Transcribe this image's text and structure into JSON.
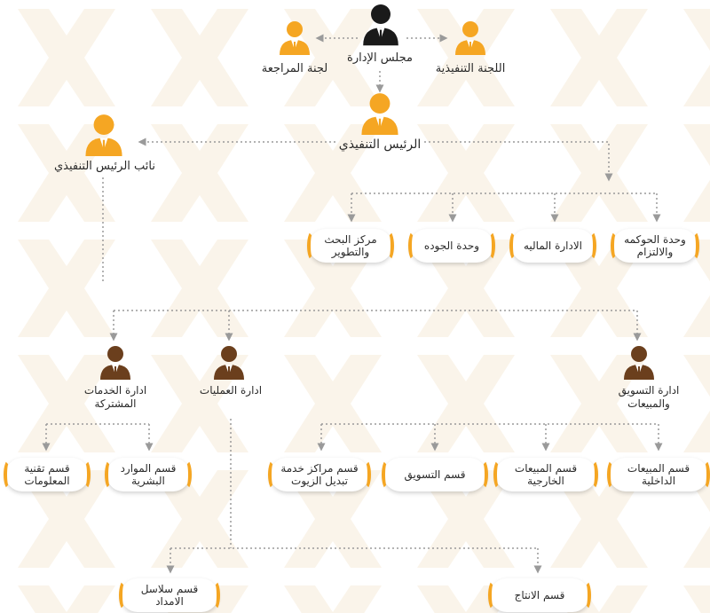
{
  "colors": {
    "orange": "#f5a623",
    "black": "#1a1a1a",
    "brown": "#6b3f1d",
    "line": "#9a9a9a",
    "pattern": "#faf3e8"
  },
  "board": {
    "label": "مجلس الإدارة",
    "icon": "person-black-icon"
  },
  "audit": {
    "label": "لجنة المراجعة",
    "icon": "person-orange-icon"
  },
  "executive_committee": {
    "label": "اللجنة التنفيذية",
    "icon": "person-orange-icon"
  },
  "ceo": {
    "label": "الرئيس التنفيذي",
    "icon": "person-orange-icon"
  },
  "deputy_ceo": {
    "label": "نائب الرئيس التنفيذي",
    "icon": "person-orange-icon"
  },
  "ceo_units": [
    "مركز البحث والتطوير",
    "وحدة الجوده",
    "الادارة الماليه",
    "وحدة الحوكمه والالتزام"
  ],
  "departments": {
    "shared_services": {
      "label": "ادارة الخدمات المشتركة",
      "icon": "person-brown-icon"
    },
    "operations": {
      "label": "ادارة العمليات",
      "icon": "person-brown-icon"
    },
    "marketing_sales": {
      "label": "ادارة التسويق والمبيعات",
      "icon": "person-brown-icon"
    }
  },
  "shared_services_sections": [
    "قسم تقنية المعلومات",
    "قسم الموارد البشرية"
  ],
  "marketing_sections": [
    "قسم مراكز خدمة تبديل الزيوت",
    "قسم التسويق",
    "قسم المبيعات الخارجية",
    "قسم المبيعات الداخلية"
  ],
  "operations_sections": [
    "قسم سلاسل الامداد",
    "قسم الانتاج"
  ]
}
